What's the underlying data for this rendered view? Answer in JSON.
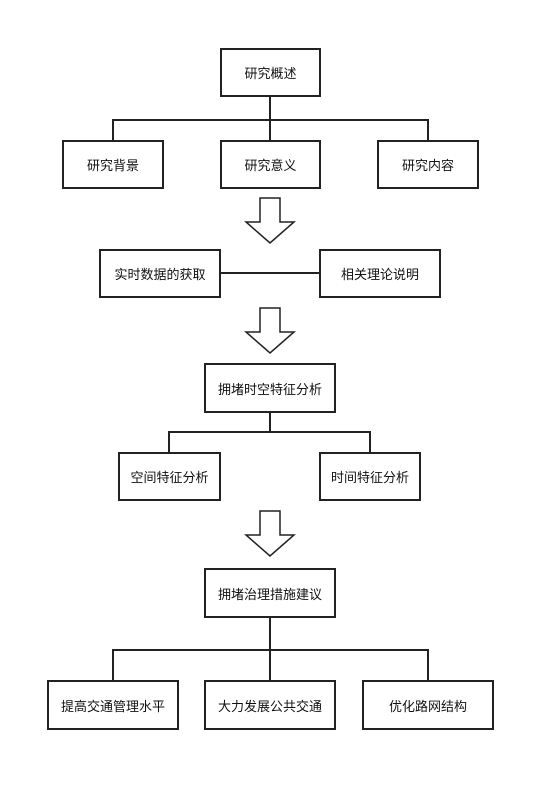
{
  "diagram": {
    "nodes": {
      "overview": "研究概述",
      "background": "研究背景",
      "significance": "研究意义",
      "content": "研究内容",
      "realtime_data": "实时数据的获取",
      "theory": "相关理论说明",
      "congestion_analysis": "拥堵时空特征分析",
      "spatial": "空间特征分析",
      "temporal": "时间特征分析",
      "governance": "拥堵治理措施建议",
      "management": "提高交通管理水平",
      "public_transport": "大力发展公共交通",
      "road_network": "优化路网结构"
    },
    "colors": {
      "stroke": "#222222",
      "text": "#111111",
      "background": "#ffffff"
    }
  }
}
